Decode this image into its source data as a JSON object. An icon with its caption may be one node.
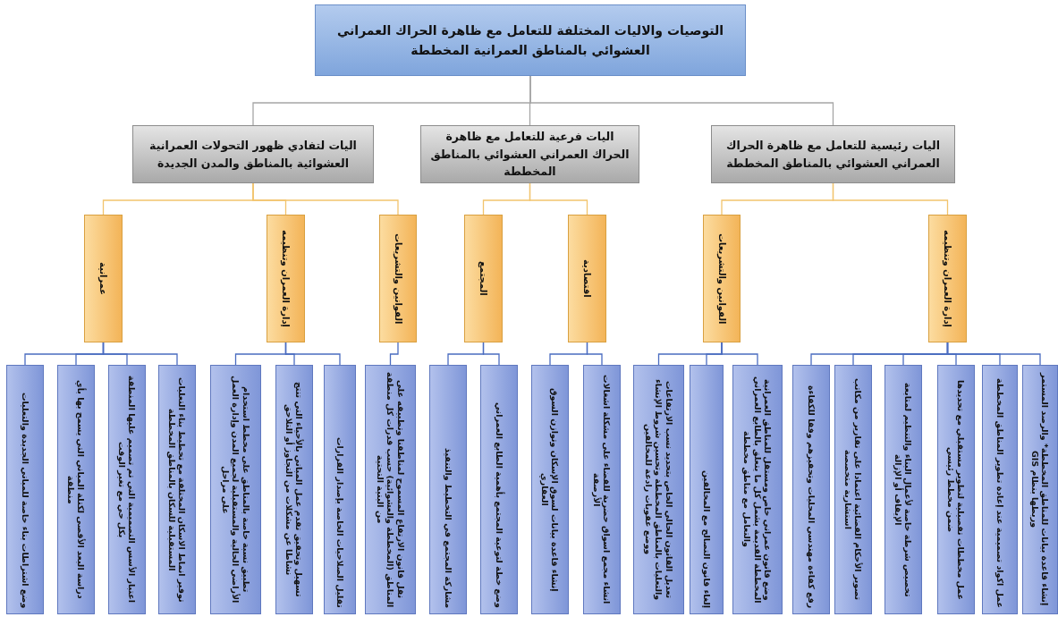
{
  "diagram": {
    "nodes": [
      {
        "text": [
          "التوصيات والاليات المختلفة للتعامل مع ظاهرة الحراك العمراني العشوائي بالمناطق العمرانية المخططة"
        ]
      },
      {
        "text": [
          "اليات رئيسية للتعامل مع ظاهرة الحراك العمراني العشوائي بالمناطق المخططة"
        ]
      },
      {
        "text": [
          "اليات فرعية للتعامل مع ظاهرة الحراك العمراني العشوائي بالمناطق المخططة"
        ]
      },
      {
        "text": [
          "اليات لتفادي ظهور التحولات العمرانية العشوائية بالمناطق والمدن الجديدة"
        ]
      },
      {
        "text": [
          "إدارة العمران وتنظيمه"
        ]
      },
      {
        "text": [
          "القوانين والتشريعات"
        ]
      },
      {
        "text": [
          "اقتصادية"
        ]
      },
      {
        "text": [
          "المجتمع"
        ]
      },
      {
        "text": [
          "القوانين والتشريعات"
        ]
      },
      {
        "text": [
          "إدارة العمران وتنظيمه"
        ]
      },
      {
        "text": [
          "عمرانية"
        ]
      },
      {
        "text": [
          "إنشاء قاعدة بيانات للمناطق المخططة* والرصد المستمر وربطها بنظام GIS"
        ]
      },
      {
        "text": [
          "عمل اكواد تصميمية عند إعادة تطوير المناطق المخططة"
        ]
      },
      {
        "text": [
          "عمل مخططات تفصيلية لتطوير مستقبلي مع تحديدها ضمن مخطط رئيسي"
        ]
      },
      {
        "text": [
          "تخصيص شرطة خاصة لأعمال البناء والتنظيم لمتابعة الإيقاف أو الإزالة"
        ]
      },
      {
        "text": [
          "تصوير الأحكام القضائية اعتمادا على تقارير من مكاتب استشارية متخصصة"
        ]
      },
      {
        "text": [
          "رفع كفاءة مهندسي المحليات وتحفيزهم وفقا للكفاءة"
        ]
      },
      {
        "text": [
          "وضع قانون عمراني خاص ومستقل للمناطق العمرانية المخططة القديمة يشمل كل ما يتعلق بالطابع العمراني والتعامل مع مناطق مخططة"
        ]
      },
      {
        "text": [
          "إلغاء قانون التصالح مع المخالفين"
        ]
      },
      {
        "text": [
          "تعديل القانون الحالي الخاص بتحديد نسب الارتفاعات والتعليات بالمناطق المخططة وتحسين شروط الإنشاء ووضع عقوبات رادعة للمخالفين"
        ]
      },
      {
        "text": [
          "انشاء مجمع اسواق حضرية للقضاء على مشكلة اشغالات الأرصفة"
        ]
      },
      {
        "text": [
          "إنشاء قاعدة بيانات لسوق الإسكان وتوازن السوق العقاري"
        ]
      },
      {
        "text": [
          "وضع خطة لتوعية المجتمع بأهمية الطابع العمراني"
        ]
      },
      {
        "text": [
          "مشاركة المجتمع في التخطيط والتنفيذ"
        ]
      },
      {
        "text": [
          "نقل قانون الارتفاع المسموح لمناطقنا وتطبيقه على المناطق (المخططة والعشوائية) حسب قدرات كل منطقة من البنية التحتية"
        ]
      },
      {
        "text": [
          "تقليل الصلاحيات الخاصة بإصدار القرارات"
        ]
      },
      {
        "text": [
          "تسهيل وتحقيق تقدم عمل المباني بالأحياء التي تنتج نشاطا عن مشكلات من التجاوز أو التلاحق"
        ]
      },
      {
        "text": [
          "تطبيق نسبة خاصة بالمناطق على مخطط استخدام الأراضي الحالية والمستقبلية لجميع المدن وإدارة العمل على مراحل"
        ]
      },
      {
        "text": [
          "توفير انماط الاسكان المختلفة مع تخطيط بناء التعليات المستقبلية للسكان بالمناطق المخططة"
        ]
      },
      {
        "text": [
          "اعتبار الأسس التصميمية التي تم تصميم عليها المنطقة بكل حي مع تغير الوقت"
        ]
      },
      {
        "text": [
          "دراسة البعد الأقصى لكتلة المباني التي يسمح بها بأي منطقة"
        ]
      },
      {
        "text": [
          "وضع اشتراطات بناء خاصة للمباني الجديدة والتعليات"
        ]
      }
    ],
    "edges": [
      {
        "from": 0,
        "to": 1,
        "arrow": "none",
        "color": "#a6a6a6"
      },
      {
        "from": 0,
        "to": 2,
        "arrow": "none",
        "color": "#a6a6a6"
      },
      {
        "from": 0,
        "to": 3,
        "arrow": "none",
        "color": "#a6a6a6"
      },
      {
        "from": 1,
        "to": 4,
        "arrow": "none",
        "color": "#f2c46d"
      },
      {
        "from": 1,
        "to": 5,
        "arrow": "none",
        "color": "#f2c46d"
      },
      {
        "from": 2,
        "to": 6,
        "arrow": "none",
        "color": "#f2c46d"
      },
      {
        "from": 2,
        "to": 7,
        "arrow": "none",
        "color": "#f2c46d"
      },
      {
        "from": 3,
        "to": 8,
        "arrow": "none",
        "color": "#f2c46d"
      },
      {
        "from": 3,
        "to": 9,
        "arrow": "none",
        "color": "#f2c46d"
      },
      {
        "from": 3,
        "to": 10,
        "arrow": "none",
        "color": "#f2c46d"
      },
      {
        "from": 4,
        "to": 11,
        "arrow": "none"
      },
      {
        "from": 4,
        "to": 12,
        "arrow": "none"
      },
      {
        "from": 4,
        "to": 13,
        "arrow": "none"
      },
      {
        "from": 4,
        "to": 14,
        "arrow": "none"
      },
      {
        "from": 4,
        "to": 15,
        "arrow": "none"
      },
      {
        "from": 4,
        "to": 16,
        "arrow": "none"
      },
      {
        "from": 5,
        "to": 17,
        "arrow": "none"
      },
      {
        "from": 5,
        "to": 18,
        "arrow": "none"
      },
      {
        "from": 5,
        "to": 19,
        "arrow": "none"
      },
      {
        "from": 6,
        "to": 20,
        "arrow": "none"
      },
      {
        "from": 6,
        "to": 21,
        "arrow": "none"
      },
      {
        "from": 7,
        "to": 22,
        "arrow": "none"
      },
      {
        "from": 7,
        "to": 23,
        "arrow": "none"
      },
      {
        "from": 8,
        "to": 24,
        "arrow": "none"
      },
      {
        "from": 9,
        "to": 25,
        "arrow": "none"
      },
      {
        "from": 9,
        "to": 26,
        "arrow": "none"
      },
      {
        "from": 9,
        "to": 27,
        "arrow": "none"
      },
      {
        "from": 10,
        "to": 28,
        "arrow": "none"
      },
      {
        "from": 10,
        "to": 29,
        "arrow": "none"
      },
      {
        "from": 10,
        "to": 30,
        "arrow": "none"
      },
      {
        "from": 10,
        "to": 31,
        "arrow": "none"
      }
    ]
  }
}
